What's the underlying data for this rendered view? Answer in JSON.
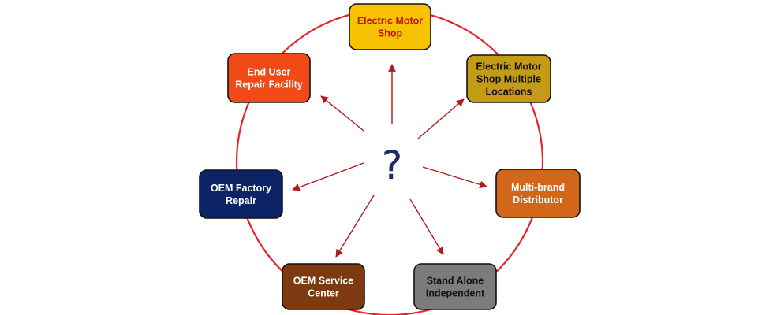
{
  "center_symbol": "?",
  "colors": {
    "ring": "#e8242a",
    "arrow": "#b01c1c",
    "question": "#1f2a6b"
  },
  "nodes": [
    {
      "id": "electric-motor-shop",
      "lines": [
        "Electric Motor",
        "Shop"
      ],
      "fill": "#f7c300",
      "text_color": "#c0151b"
    },
    {
      "id": "electric-motor-shop-multiple-locations",
      "lines": [
        "Electric Motor",
        "Shop Multiple",
        "Locations"
      ],
      "fill": "#c49b16",
      "text_color": "#111111"
    },
    {
      "id": "multi-brand-distributor",
      "lines": [
        "Multi-brand",
        "Distributor"
      ],
      "fill": "#d2671a",
      "text_color": "#ffffff"
    },
    {
      "id": "stand-alone-independent",
      "lines": [
        "Stand Alone",
        "Independent"
      ],
      "fill": "#7d7b7c",
      "text_color": "#111111"
    },
    {
      "id": "oem-service-center",
      "lines": [
        "OEM Service",
        "Center"
      ],
      "fill": "#7d3a10",
      "text_color": "#ffffff"
    },
    {
      "id": "oem-factory-repair",
      "lines": [
        "OEM Factory",
        "Repair"
      ],
      "fill": "#0c2466",
      "text_color": "#ffffff"
    },
    {
      "id": "end-user-repair-facility",
      "lines": [
        "End User",
        "Repair Facility"
      ],
      "fill": "#f04a17",
      "text_color": "#ffffff"
    }
  ]
}
